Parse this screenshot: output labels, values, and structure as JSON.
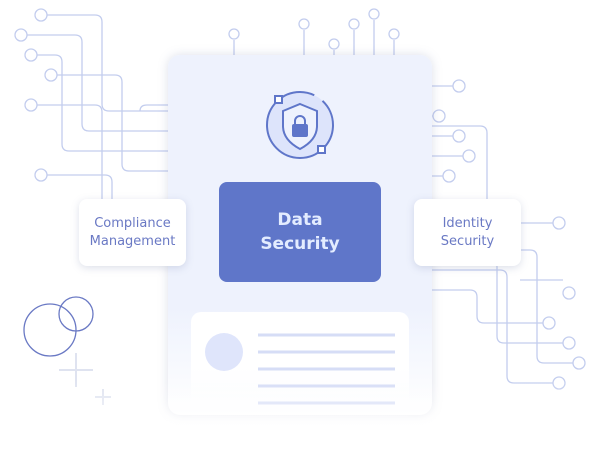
{
  "nodes": {
    "center": {
      "line1": "Data",
      "line2": "Security"
    },
    "left": {
      "line1": "Compliance",
      "line2": "Management"
    },
    "right": {
      "line1": "Identity",
      "line2": "Security"
    }
  },
  "colors": {
    "accent": "#5f76c9",
    "line": "#c3cdee",
    "card": "#eef2fd"
  },
  "icon": "shield-lock-icon"
}
